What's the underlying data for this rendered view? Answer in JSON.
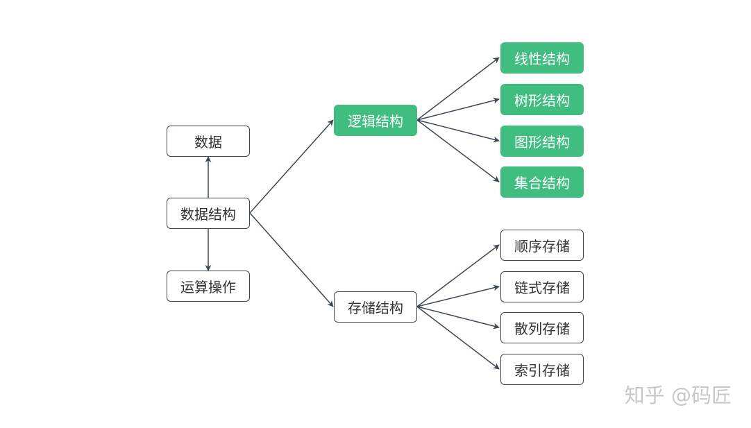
{
  "colors": {
    "accent": "#3fbe7f",
    "edge": "#3c4653",
    "text": "#333333"
  },
  "nodes": {
    "data": "数据",
    "data_structure": "数据结构",
    "operations": "运算操作",
    "logical_structure": "逻辑结构",
    "storage_structure": "存储结构",
    "linear": "线性结构",
    "tree": "树形结构",
    "graph": "图形结构",
    "set": "集合结构",
    "sequential": "顺序存储",
    "linked": "链式存储",
    "hash": "散列存储",
    "index": "索引存储"
  },
  "watermark": "知乎 @码匠"
}
